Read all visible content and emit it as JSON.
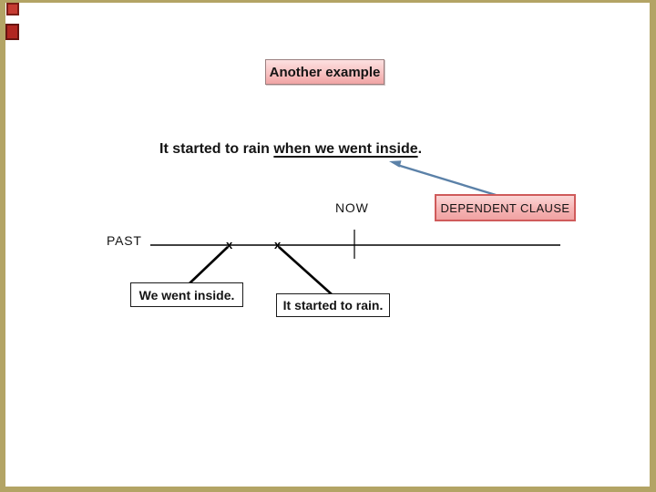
{
  "slide": {
    "title_box": {
      "label": "Another example"
    },
    "sentence": {
      "prefix": "It started to rain ",
      "underlined": "when we went inside",
      "suffix": "."
    },
    "annotation": {
      "label": "DEPENDENT CLAUSE"
    },
    "timeline": {
      "now_label": "NOW",
      "past_label": "PAST",
      "marker_glyph": "x",
      "events": [
        {
          "label": "We went inside."
        },
        {
          "label": "It started to rain."
        }
      ]
    },
    "colors": {
      "frame_khaki": "#b3a465",
      "slide_background": "#ffffff",
      "pink_box_fill_top": "#fce0e0",
      "pink_box_fill_bottom": "#f0a4a4",
      "title_box_border": "#9b8080",
      "dependent_box_border": "#cf5b5b",
      "callout_arrow_blue": "#5b81a8",
      "corner_marker_red_1": "#c63b32",
      "corner_marker_red_2": "#b12621",
      "line_black": "#000000",
      "text": "#141414"
    }
  }
}
